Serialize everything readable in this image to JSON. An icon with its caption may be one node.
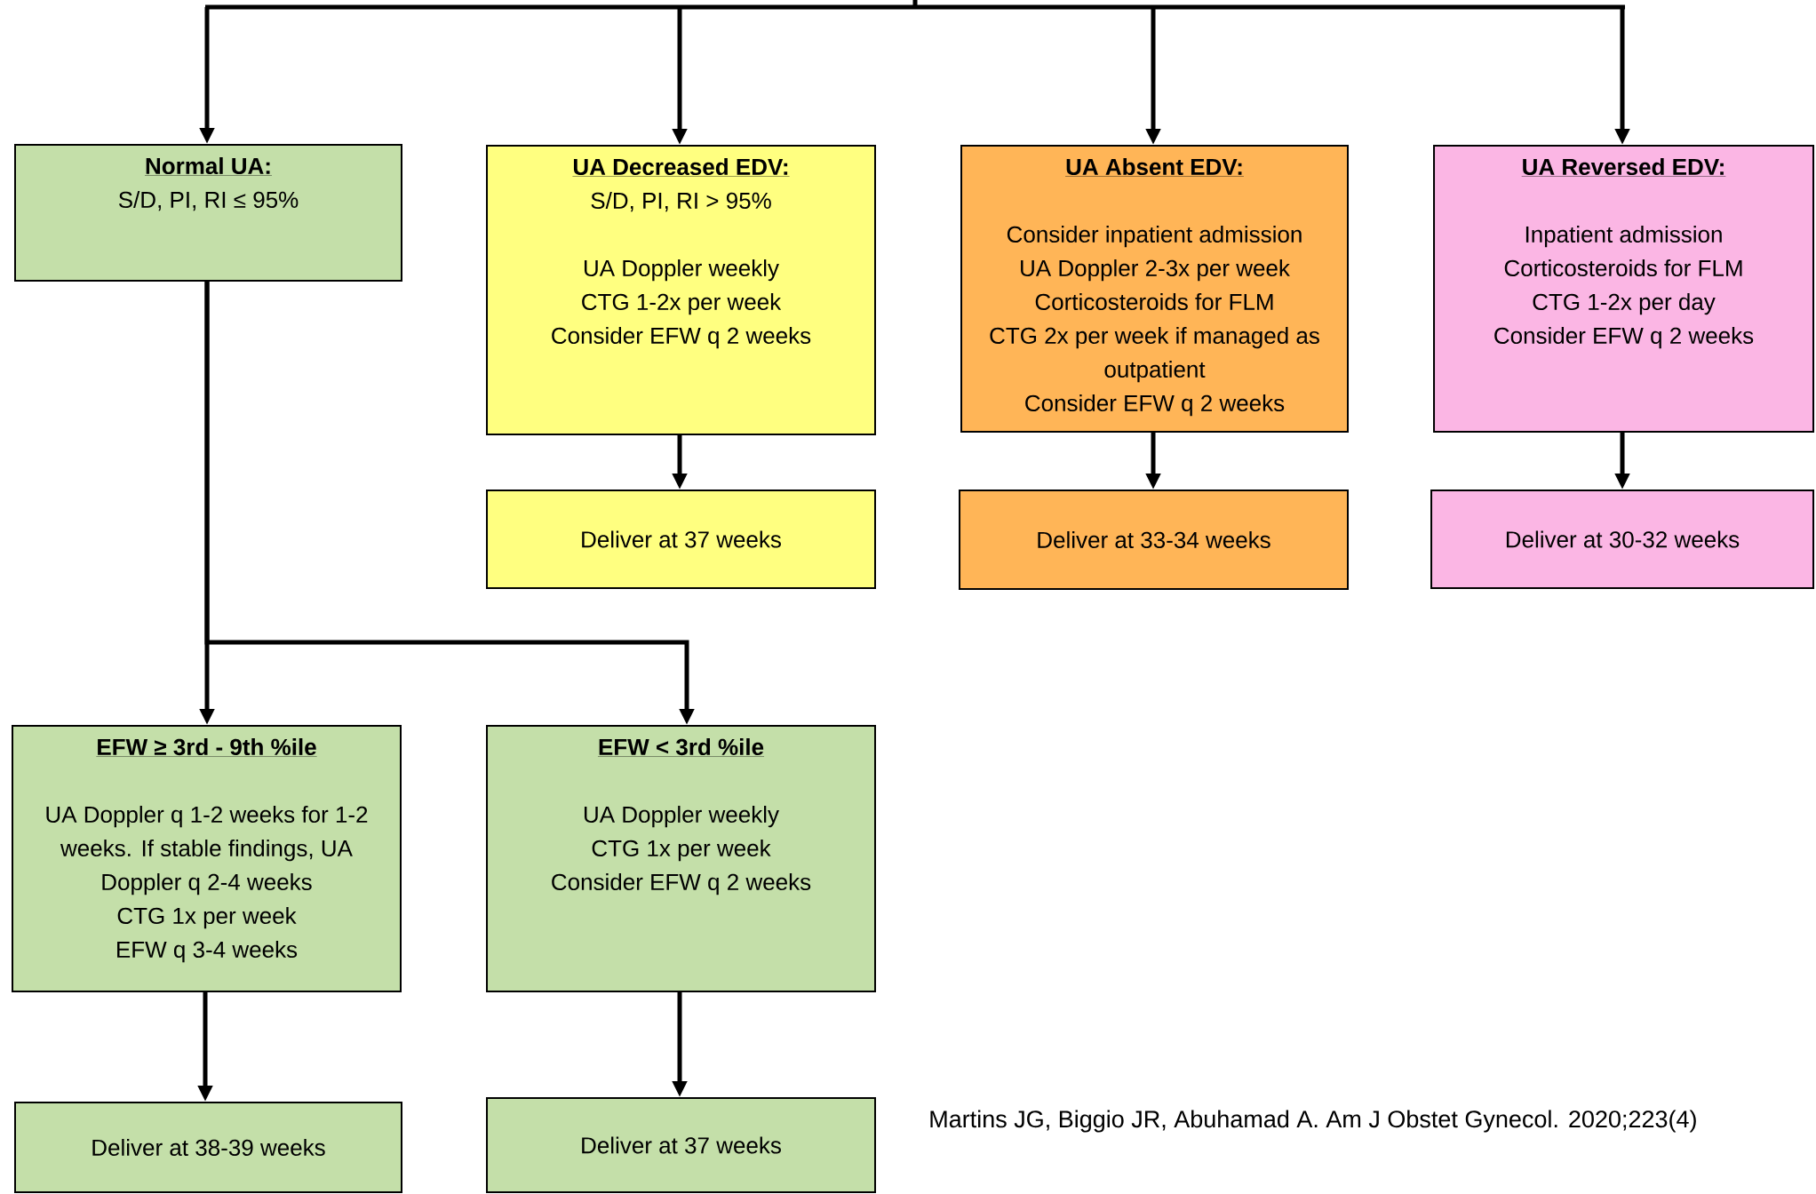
{
  "diagram": {
    "nodes": [
      {
        "text": [
          "Normal UA:",
          "S/D, PI, RI ≤ 95%"
        ]
      },
      {
        "text": [
          "UA Decreased EDV:",
          "S/D, PI, RI > 95%",
          "UA Doppler weekly",
          "CTG 1-2x per week",
          "Consider EFW q 2 weeks"
        ]
      },
      {
        "text": [
          "UA Absent EDV:",
          "Consider inpatient admission",
          "UA Doppler 2-3x per week",
          "Corticosteroids for FLM",
          "CTG 2x per week if managed as outpatient",
          "Consider EFW q 2 weeks"
        ]
      },
      {
        "text": [
          "UA Reversed EDV:",
          "Inpatient admission",
          "Corticosteroids for FLM",
          "CTG 1-2x per day",
          "Consider EFW q 2 weeks"
        ]
      },
      {
        "text": [
          "Deliver at 37 weeks"
        ]
      },
      {
        "text": [
          "Deliver at 33-34 weeks"
        ]
      },
      {
        "text": [
          "Deliver at 30-32 weeks"
        ]
      },
      {
        "text": [
          "EFW ≥ 3rd - 9th %ile",
          "UA Doppler q 1-2 weeks for 1-2 weeks. If stable findings, UA Doppler q 2-4 weeks",
          "CTG 1x per week",
          "EFW q 3-4 weeks"
        ]
      },
      {
        "text": [
          "EFW < 3rd %ile",
          "UA Doppler weekly",
          "CTG 1x per week",
          "Consider EFW q 2 weeks"
        ]
      },
      {
        "text": [
          "Deliver at 38-39 weeks"
        ]
      },
      {
        "text": [
          "Deliver at 37 weeks"
        ]
      }
    ],
    "edges": [
      {
        "from": null,
        "to": 0,
        "arrow": "to"
      },
      {
        "from": null,
        "to": 1,
        "arrow": "to"
      },
      {
        "from": null,
        "to": 2,
        "arrow": "to"
      },
      {
        "from": null,
        "to": 3,
        "arrow": "to"
      },
      {
        "from": 0,
        "to": 7,
        "arrow": "to"
      },
      {
        "from": 0,
        "to": 8,
        "arrow": "to"
      },
      {
        "from": 1,
        "to": 4,
        "arrow": "to"
      },
      {
        "from": 2,
        "to": 5,
        "arrow": "to"
      },
      {
        "from": 3,
        "to": 6,
        "arrow": "to"
      },
      {
        "from": 7,
        "to": 9,
        "arrow": "to"
      },
      {
        "from": 8,
        "to": 10,
        "arrow": "to"
      }
    ],
    "labels": [
      "Martins JG, Biggio JR, Abuhamad A. Am J Obstet Gynecol. 2020;223(4)"
    ]
  }
}
